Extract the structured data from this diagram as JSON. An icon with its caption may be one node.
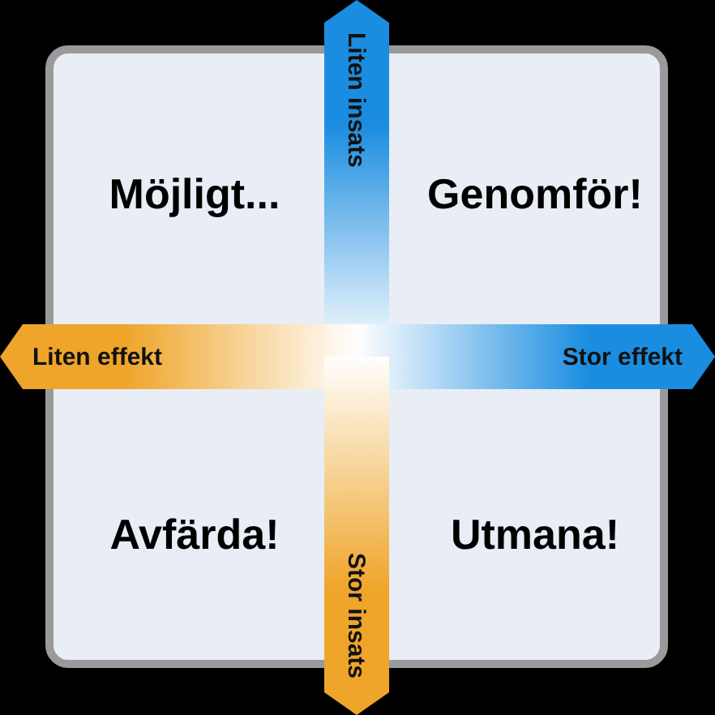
{
  "diagram": {
    "nodes": [
      {
        "text": [
          "Möjligt...",
          "Genomför!",
          "Avfärda!",
          "Utmana!"
        ]
      },
      {
        "text": [
          "Liten insats"
        ]
      },
      {
        "text": [
          "Liten effekt"
        ]
      },
      {
        "text": [
          "Stor effekt"
        ]
      },
      {
        "text": [
          "Stor insats"
        ]
      }
    ]
  }
}
